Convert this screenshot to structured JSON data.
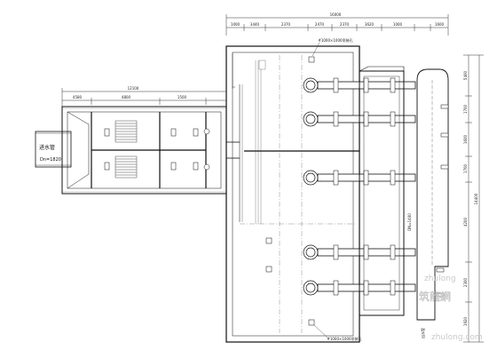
{
  "drawing": {
    "inlet_label": "进水管",
    "inlet_diameter": "Dn=1820",
    "outlet_label": "出水管",
    "dn_label": "DN=1400",
    "top_dimensions": [
      "1000",
      "3440",
      "2370",
      "2470",
      "2370",
      "3620",
      "1000",
      "1600"
    ],
    "top_total": "16000",
    "left_dimensions": [
      "4580",
      "4800",
      "1500"
    ],
    "left_total": "12100",
    "right_dimensions": [
      "5400",
      "1700",
      "1600",
      "1700",
      "4200",
      "2300",
      "1920"
    ],
    "right_total": "14400",
    "callout_top": "#1000×1000吊装孔",
    "callout_bottom": "#1000×1000吊装孔",
    "watermark_brand": "zhulong",
    "watermark_cn": "筑龍網",
    "watermark_url": "zhulong.com"
  }
}
